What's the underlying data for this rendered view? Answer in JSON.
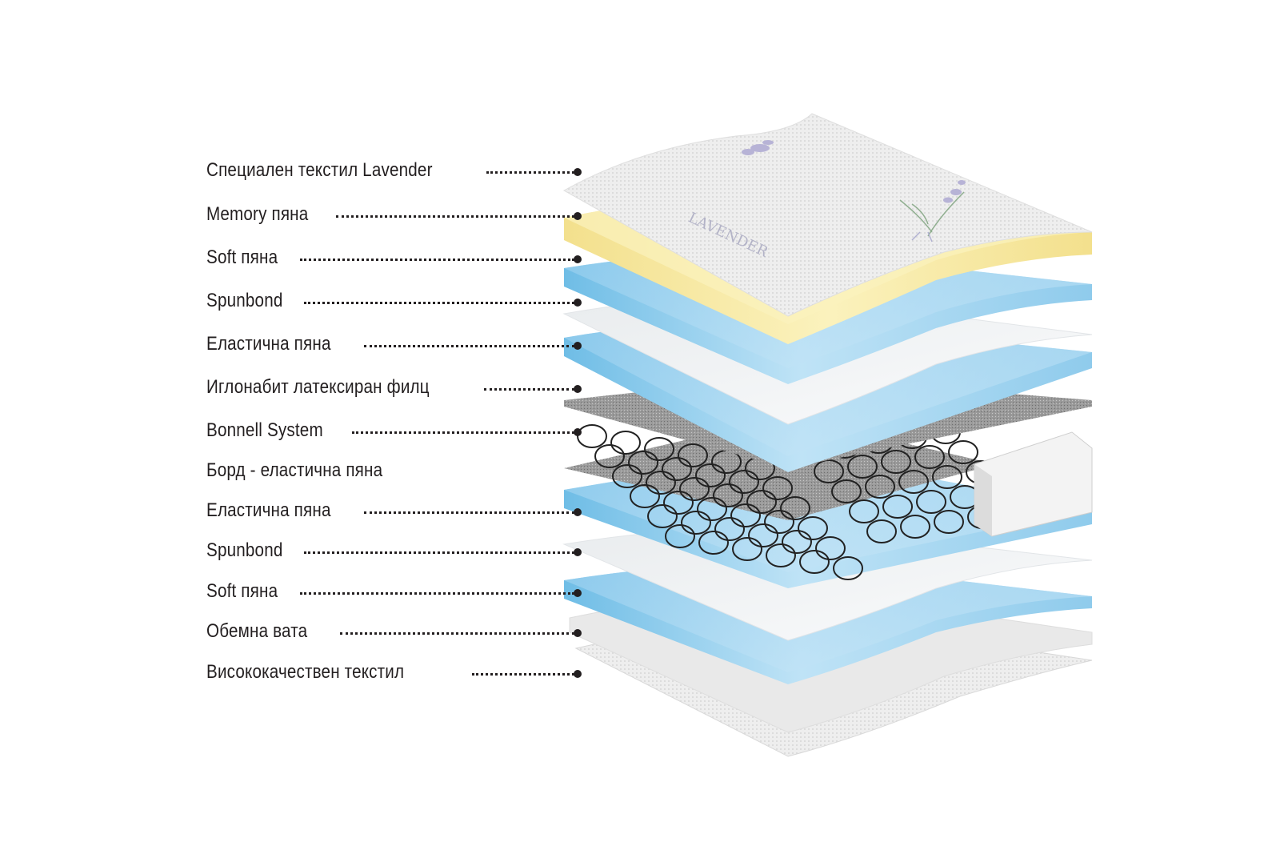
{
  "diagram": {
    "title": "Mattress layer structure",
    "layers": [
      {
        "label": "Специален текстил Lavender",
        "material": "lavender-textile",
        "color": "#eeeeee"
      },
      {
        "label": "Memory пяна",
        "material": "memory-foam",
        "color": "#f7eba8"
      },
      {
        "label": "Soft пяна",
        "material": "soft-foam",
        "color": "#a9d6f0"
      },
      {
        "label": "Spunbond",
        "material": "spunbond",
        "color": "#f2f4f6"
      },
      {
        "label": "Еластична пяна",
        "material": "elastic-foam",
        "color": "#a9d6f0"
      },
      {
        "label": "Иглонабит латексиран филц",
        "material": "needle-felt",
        "color": "#8a8a8a"
      },
      {
        "label": "Bonnell System",
        "material": "bonnell-springs",
        "color": "#2b2b2b"
      },
      {
        "label": "Борд - еластична пяна",
        "material": "foam-border",
        "color": "#eeeeee"
      },
      {
        "label": "Еластична пяна",
        "material": "elastic-foam",
        "color": "#a9d6f0"
      },
      {
        "label": "Spunbond",
        "material": "spunbond",
        "color": "#f2f4f6"
      },
      {
        "label": "Soft пяна",
        "material": "soft-foam",
        "color": "#a9d6f0"
      },
      {
        "label": "Обемна вата",
        "material": "volume-wadding",
        "color": "#e6e6e6"
      },
      {
        "label": "Висококачествен текстил",
        "material": "high-quality-textile",
        "color": "#e0e0e0"
      }
    ],
    "textile_print": "LAVENDER"
  }
}
